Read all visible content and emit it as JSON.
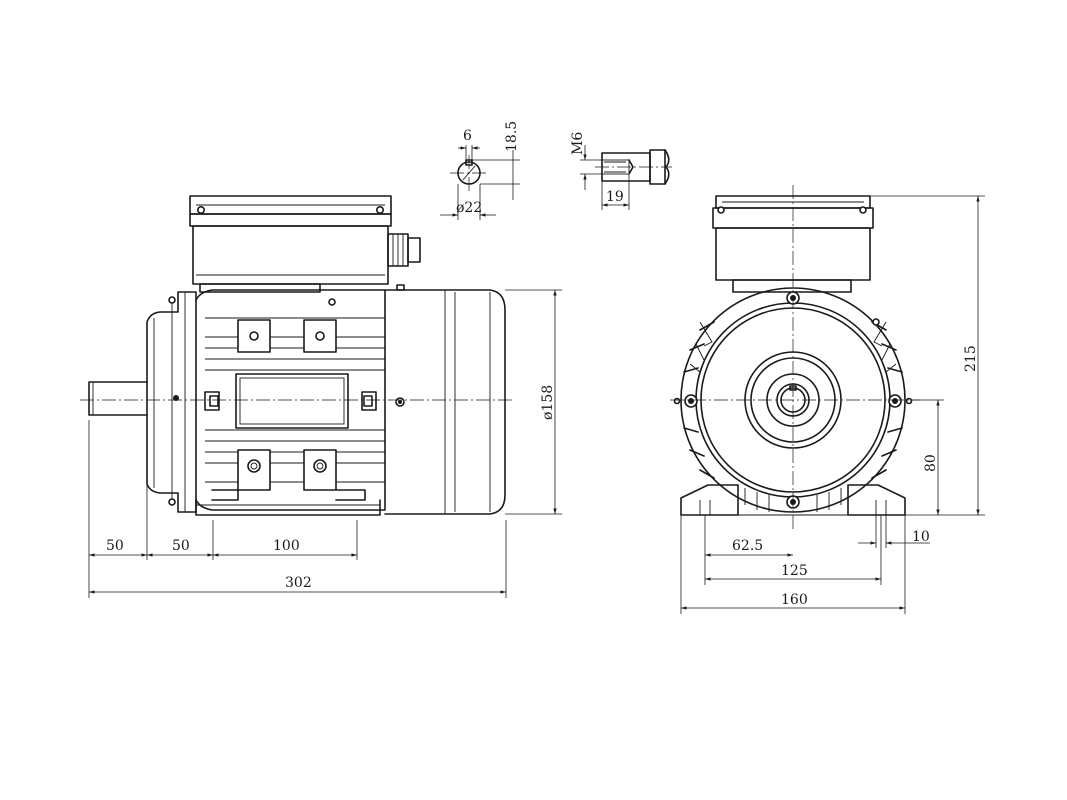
{
  "drawing": {
    "dimensions": {
      "shaft_extension": "50",
      "shaft_to_foot_hole": "50",
      "foot_hole_spacing_side": "100",
      "overall_length": "302",
      "body_diameter": "ø158",
      "keyway_width": "6",
      "key_height": "18.5",
      "shaft_diameter": "ø22",
      "center_thread": "M6",
      "thread_depth": "19",
      "overall_height": "215",
      "shaft_center_height": "80",
      "foot_hole_diameter": "10",
      "half_hole_spacing": "62.5",
      "foot_hole_spacing_front": "125",
      "foot_width": "160"
    }
  }
}
